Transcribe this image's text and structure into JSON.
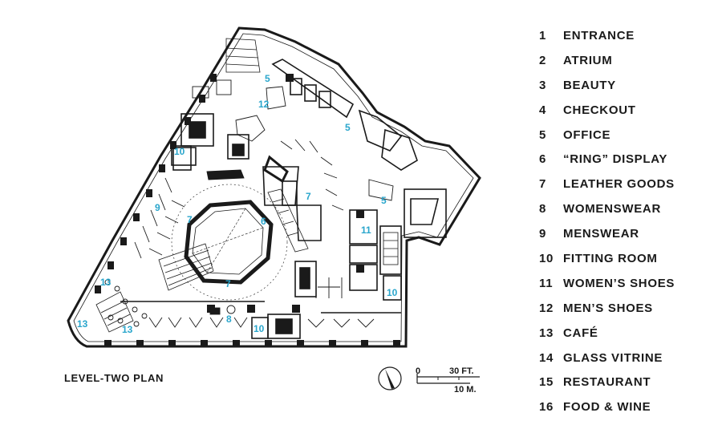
{
  "caption": "LEVEL-TWO PLAN",
  "scale": {
    "zero": "0",
    "feet": "30 FT.",
    "meters": "10 M."
  },
  "legend": [
    {
      "num": "1",
      "label": "ENTRANCE"
    },
    {
      "num": "2",
      "label": "ATRIUM"
    },
    {
      "num": "3",
      "label": "BEAUTY"
    },
    {
      "num": "4",
      "label": "CHECKOUT"
    },
    {
      "num": "5",
      "label": "OFFICE"
    },
    {
      "num": "6",
      "label": "“RING” DISPLAY"
    },
    {
      "num": "7",
      "label": "LEATHER GOODS"
    },
    {
      "num": "8",
      "label": "WOMENSWEAR"
    },
    {
      "num": "9",
      "label": "MENSWEAR"
    },
    {
      "num": "10",
      "label": "FITTING ROOM"
    },
    {
      "num": "11",
      "label": "WOMEN’S SHOES"
    },
    {
      "num": "12",
      "label": "MEN’S SHOES"
    },
    {
      "num": "13",
      "label": "CAFÉ"
    },
    {
      "num": "14",
      "label": "GLASS VITRINE"
    },
    {
      "num": "15",
      "label": "RESTAURANT"
    },
    {
      "num": "16",
      "label": "FOOD & WINE"
    }
  ],
  "plan_labels": [
    "5",
    "12",
    "5",
    "10",
    "7",
    "9",
    "7",
    "6",
    "5",
    "11",
    "13",
    "7",
    "10",
    "13",
    "13",
    "8",
    "10"
  ],
  "colors": {
    "label_accent": "#2aa6cc",
    "ink": "#1a1a1a"
  }
}
